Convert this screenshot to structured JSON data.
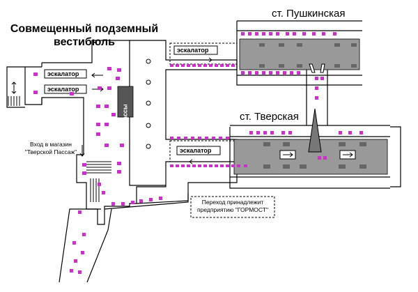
{
  "labels": {
    "vestibule_title": "Совмещенный подземный вестибюль",
    "station_pushkinskaya": "ст. Пушкинская",
    "station_tverskaya": "ст. Тверская",
    "escalator": "эскалатор",
    "kassy": "кассы",
    "shop_entrance": "Вход в магазин \"Тверской Пассаж\"",
    "passage_note": "Переход принадлежит предприятию \"ГОРМОСТ\""
  },
  "colors": {
    "line": "#000000",
    "marker": "#cc2fcc",
    "platform_fill": "#999999",
    "column": "#777777",
    "kassy_block": "#555555",
    "background": "#ffffff"
  },
  "icons": {
    "marker": "magenta-square-marker",
    "direction": "arrow-icon",
    "stairs": "stairs-icon",
    "column": "column-icon"
  }
}
